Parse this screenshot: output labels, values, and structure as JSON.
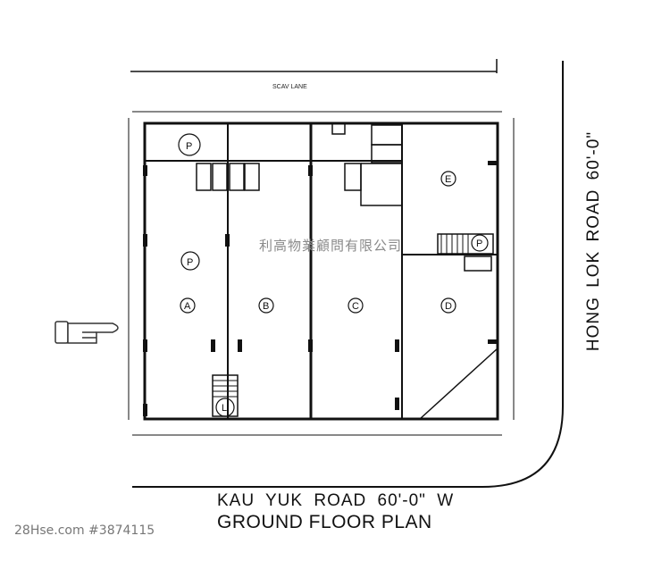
{
  "plan": {
    "top_lane_label": "SCAV LANE",
    "bottom_road_label": "KAU YUK ROAD 60'-0\" W",
    "right_road_label": "HONG LOK ROAD 60'-0\"",
    "title": "GROUND FLOOR PLAN",
    "units": [
      "A",
      "B",
      "C",
      "D",
      "E"
    ],
    "markers": [
      "P",
      "P",
      "P",
      "L"
    ]
  },
  "watermark": {
    "company": "利高物業顧問有限公司",
    "listing": "28Hse.com #3874115"
  },
  "colors": {
    "ink": "#111111",
    "watermark": "#8a8a8a"
  }
}
